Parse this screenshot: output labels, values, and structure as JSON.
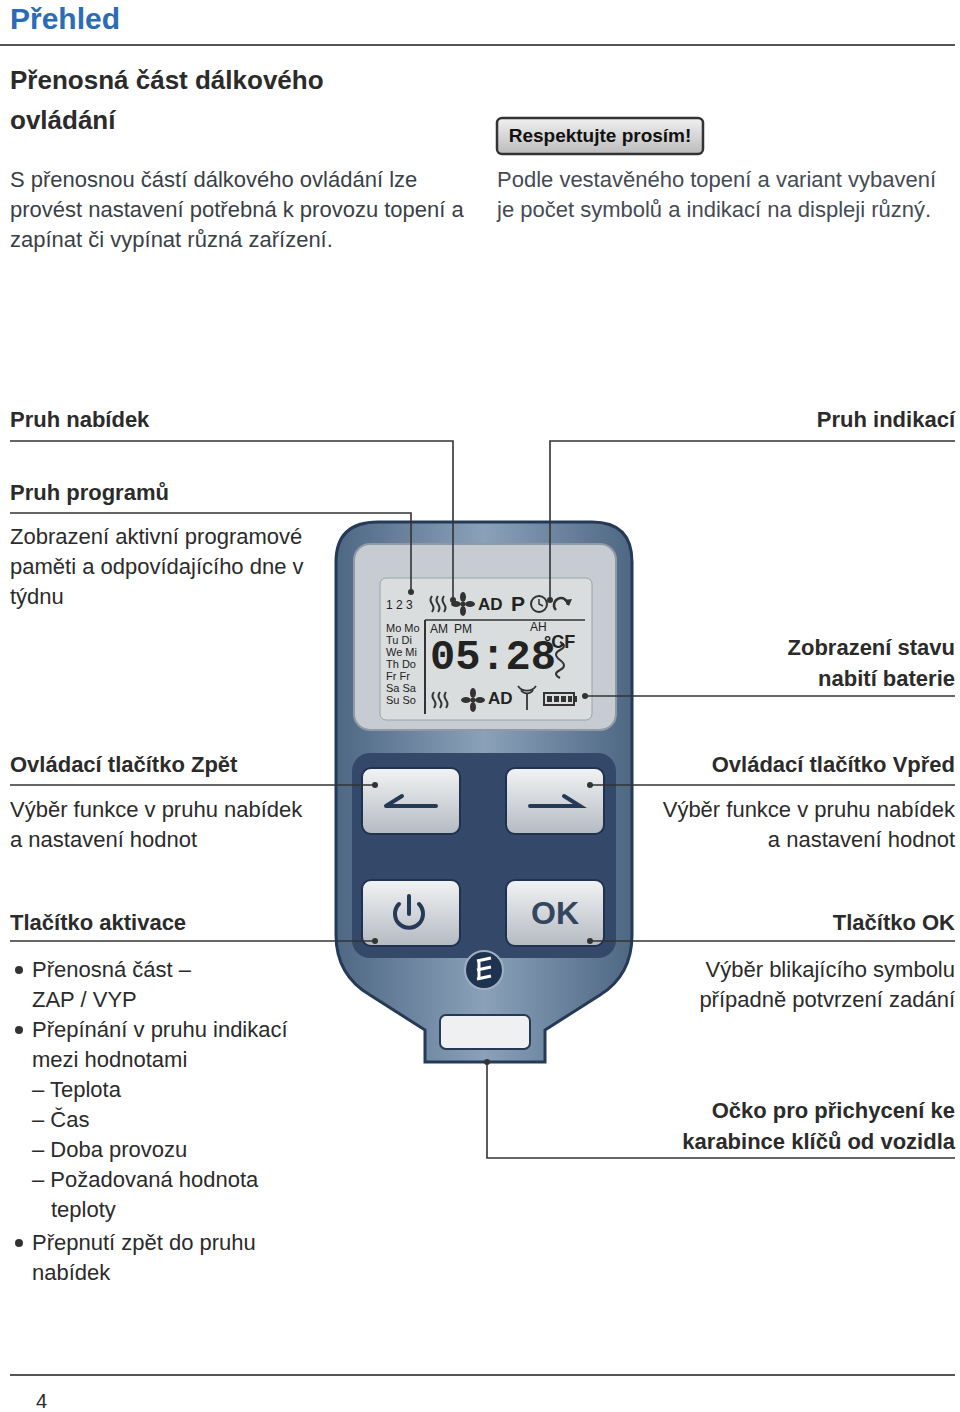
{
  "diagram": {
    "title": "Přehled",
    "nodes": [
      {
        "text": [
          "Respektujte prosím!"
        ]
      },
      {
        "text": [
          "1 2 3",
          "Mo Mo Tu Di We Mi Th Do Fr Fr Sa Sa Su So",
          "AD",
          "P",
          "AM",
          "PM",
          "AH",
          "05:28",
          "°CF",
          "AD"
        ]
      },
      {
        "text": [
          "OK"
        ]
      }
    ],
    "labels": [
      "Přenosná část dálkového ovládání",
      "S přenosnou částí dálkového ovládání lze provést nastavení potřebná k provozu topení a zapínat či vypínat různá zařízení.",
      "Podle vestavěného topení a variant vybavení je počet symbolů a indikací na displeji různý.",
      "Pruh nabídek",
      "Pruh indikací",
      "Pruh programů",
      "Zobrazení aktivní programové paměti a odpovídajícího dne v týdnu",
      "Zobrazení stavu nabití baterie",
      "Ovládací tlačítko Zpět",
      "Výběr funkce v pruhu nabídek a nastavení hodnot",
      "Ovládací tlačítko Vpřed",
      "Výběr funkce v pruhu nabídek a nastavení hodnot",
      "Tlačítko aktivace",
      "Přenosná část – ZAP / VYP",
      "Přepínání v pruhu indikací mezi hodnotami",
      "– Teplota",
      "– Čas",
      "– Doba provozu",
      "– Požadovaná hodnota teploty",
      "Přepnutí zpět do pruhu nabídek",
      "Tlačítko OK",
      "Výběr blikajícího symbolu případně potvrzení zadání",
      "Očko pro přichycení ke karabince klíčů od vozidla",
      "4"
    ]
  }
}
